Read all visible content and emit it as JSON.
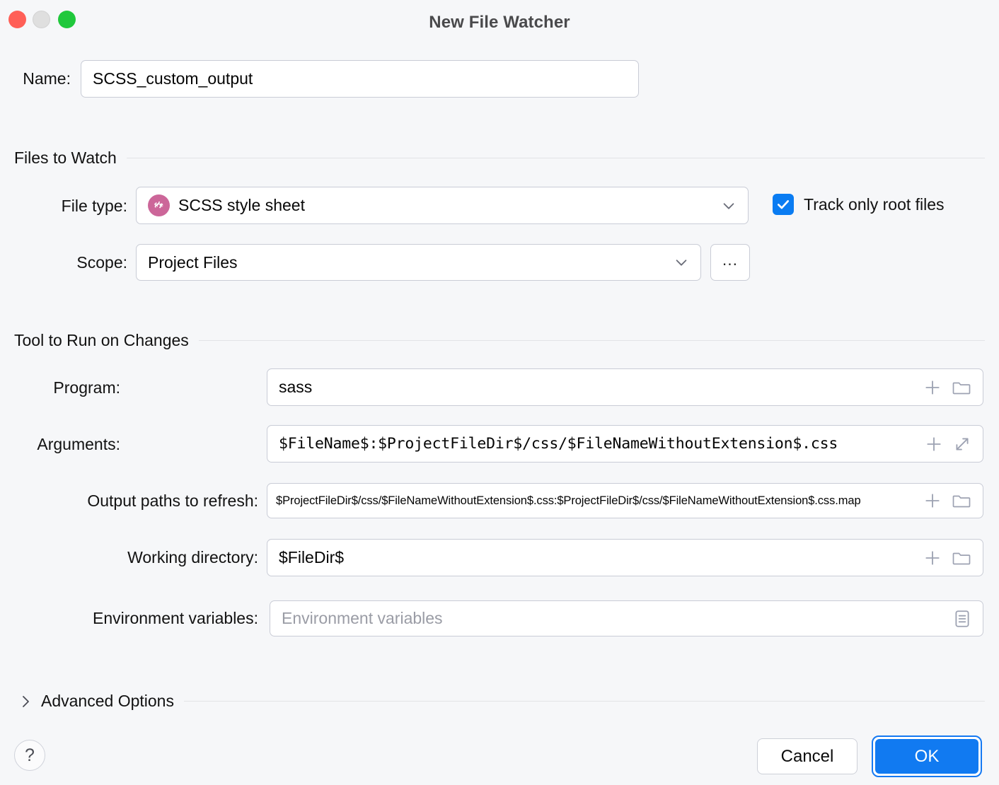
{
  "window": {
    "title": "New File Watcher",
    "traffic_lights": [
      {
        "name": "close",
        "color": "#ff5f57"
      },
      {
        "name": "minimize",
        "color": "#dfdfdf"
      },
      {
        "name": "maximize",
        "color": "#20c83c"
      }
    ]
  },
  "name_row": {
    "label": "Name:",
    "value": "SCSS_custom_output"
  },
  "files_to_watch": {
    "section_title": "Files to Watch",
    "file_type": {
      "label": "File type:",
      "value": "SCSS style sheet",
      "icon": "scss-file-icon",
      "chevron": "chevron-down-icon"
    },
    "scope": {
      "label": "Scope:",
      "value": "Project Files",
      "chevron": "chevron-down-icon",
      "browse_label": "..."
    },
    "track_only_root_files": {
      "label": "Track only root files",
      "checked": true,
      "accent": "#0a7cf2"
    }
  },
  "tool_to_run": {
    "section_title": "Tool to Run on Changes",
    "program": {
      "label": "Program:",
      "value": "sass",
      "icons": [
        "plus-icon",
        "folder-icon"
      ]
    },
    "arguments": {
      "label": "Arguments:",
      "value": "$FileName$:$ProjectFileDir$/css/$FileNameWithoutExtension$.css",
      "icons": [
        "plus-icon",
        "expand-icon"
      ]
    },
    "output_paths": {
      "label": "Output paths to refresh:",
      "value": "$ProjectFileDir$/css/$FileNameWithoutExtension$.css:$ProjectFileDir$/css/$FileNameWithoutExtension$.css.map",
      "icons": [
        "plus-icon",
        "folder-icon"
      ]
    },
    "working_directory": {
      "label": "Working directory:",
      "value": "$FileDir$",
      "icons": [
        "plus-icon",
        "folder-icon"
      ]
    },
    "environment_variables": {
      "label": "Environment variables:",
      "value": "",
      "placeholder": "Environment variables",
      "icons": [
        "list-document-icon"
      ]
    }
  },
  "advanced_options": {
    "label": "Advanced Options",
    "twisty": "chevron-right-icon",
    "expanded": false
  },
  "footer": {
    "help_label": "?",
    "cancel_label": "Cancel",
    "ok_label": "OK",
    "ok_accent": "#117af1"
  }
}
